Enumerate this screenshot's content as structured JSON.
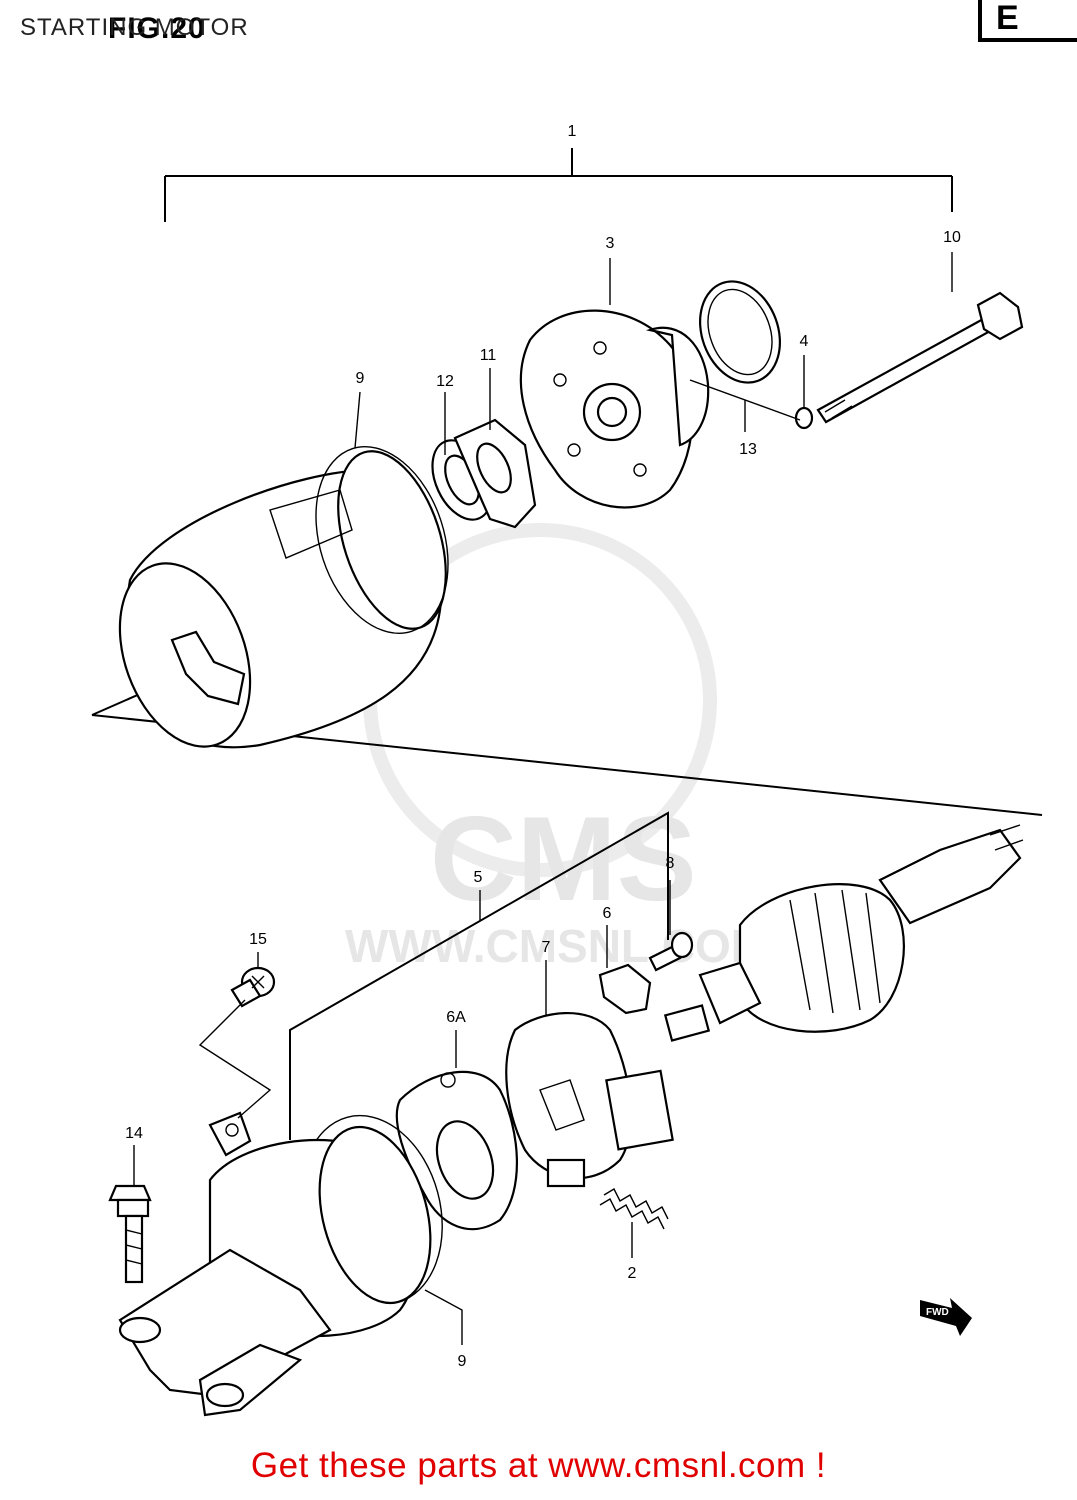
{
  "header": {
    "page_title": "STARTING MOTOR",
    "figure_label": "FIG.20",
    "corner_tag": "E"
  },
  "watermark": {
    "brand": "CMS",
    "url": "WWW.CMSNL.COM"
  },
  "callouts": [
    {
      "id": "c1",
      "label": "1"
    },
    {
      "id": "c3",
      "label": "3"
    },
    {
      "id": "c10",
      "label": "10"
    },
    {
      "id": "c4",
      "label": "4"
    },
    {
      "id": "c13",
      "label": "13"
    },
    {
      "id": "c11",
      "label": "11"
    },
    {
      "id": "c12",
      "label": "12"
    },
    {
      "id": "c9a",
      "label": "9"
    },
    {
      "id": "c5",
      "label": "5"
    },
    {
      "id": "c8",
      "label": "8"
    },
    {
      "id": "c6",
      "label": "6"
    },
    {
      "id": "c7",
      "label": "7"
    },
    {
      "id": "c6A",
      "label": "6A"
    },
    {
      "id": "c15",
      "label": "15"
    },
    {
      "id": "c14",
      "label": "14"
    },
    {
      "id": "c2",
      "label": "2"
    },
    {
      "id": "c9b",
      "label": "9"
    }
  ],
  "direction_badge": "FWD",
  "footer": {
    "link_text": "Get these parts at www.cmsnl.com !"
  }
}
